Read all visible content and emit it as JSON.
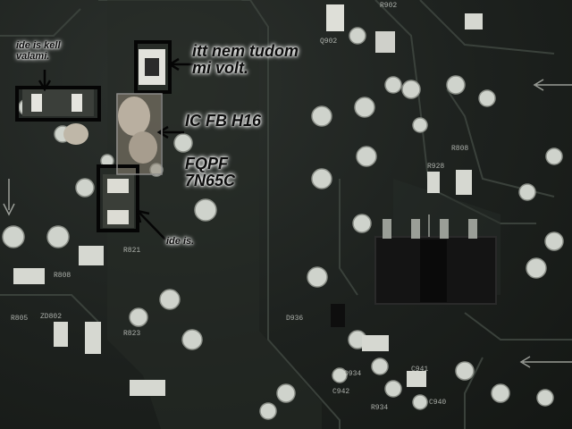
{
  "annotations": {
    "top_left_note": "ide is kell\nvalami.",
    "top_right_note": "itt nem tudom\nmi volt.",
    "ic_label": "IC FB H16",
    "part_number": "FQPF\n7N65C",
    "bottom_note": "ide is."
  },
  "silkscreen": [
    "R808",
    "R805",
    "ZD802",
    "R823",
    "R821",
    "D936",
    "D934",
    "C941",
    "C942",
    "R934",
    "C940",
    "Q902",
    "R902",
    "R808",
    "R928"
  ],
  "colors": {
    "board": "#1d211e",
    "traces": "#2f3530",
    "solder": "#d9dcd6",
    "marker_box": "#050505",
    "component": "#1a1a1a"
  }
}
